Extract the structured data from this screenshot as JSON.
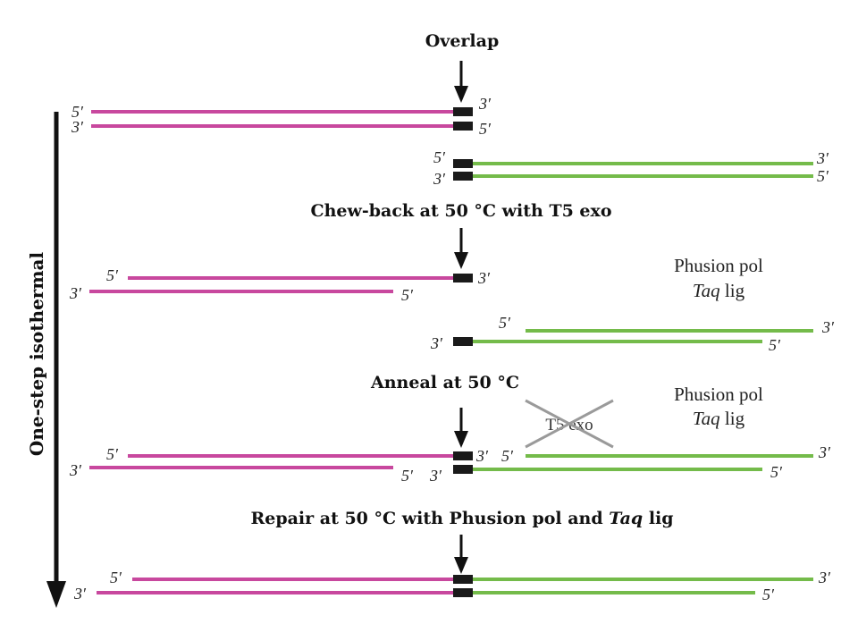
{
  "colors": {
    "magenta": "#c8489e",
    "green": "#74bb4a",
    "overlap": "#1a1a1a",
    "arrow": "#111111",
    "cross": "#9a9a9a"
  },
  "side_label": "One-step isothermal",
  "steps": {
    "overlap": "Overlap",
    "chewback": "Chew-back at 50 °C with T5 exo",
    "anneal": "Anneal at 50 °C",
    "repair_prefix": "Repair at 50 °C with Phusion pol and ",
    "repair_italic": "Taq",
    "repair_suffix": " lig"
  },
  "enzymes": {
    "pol": "Phusion pol",
    "lig_italic": "Taq",
    "lig_suffix": " lig",
    "exo_crossed": "T5 exo"
  },
  "ends": {
    "five": "5′",
    "three": "3′"
  }
}
